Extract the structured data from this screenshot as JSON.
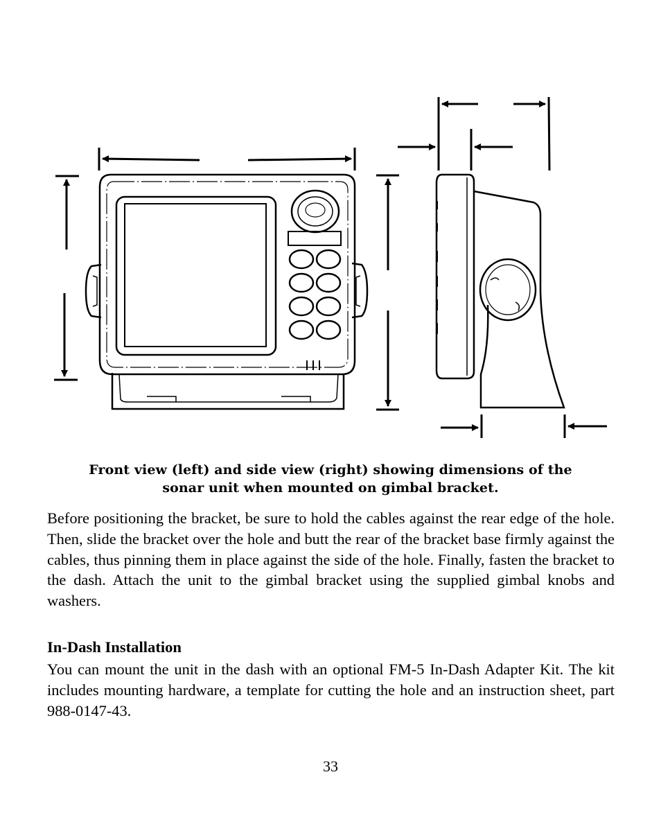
{
  "figure": {
    "caption_line1": "Front view (left) and side view (right) showing dimensions of the",
    "caption_line2": "sonar unit when mounted on gimbal bracket."
  },
  "body": {
    "paragraph1": "Before positioning the bracket, be sure to hold the cables against the rear edge of the hole. Then, slide the bracket over the hole and butt the rear of the bracket base firmly against the cables, thus pinning them in place against the side of the hole. Finally, fasten the bracket to the dash. Attach the unit to the gimbal bracket using the supplied gimbal knobs and washers.",
    "heading": "In-Dash Installation",
    "paragraph2": "You can mount the unit in the dash with an optional FM-5 In-Dash Adapter Kit. The kit includes mounting hardware, a template for cut­ting the hole and an instruction sheet, part 988-0147-43."
  },
  "page_number": "33"
}
